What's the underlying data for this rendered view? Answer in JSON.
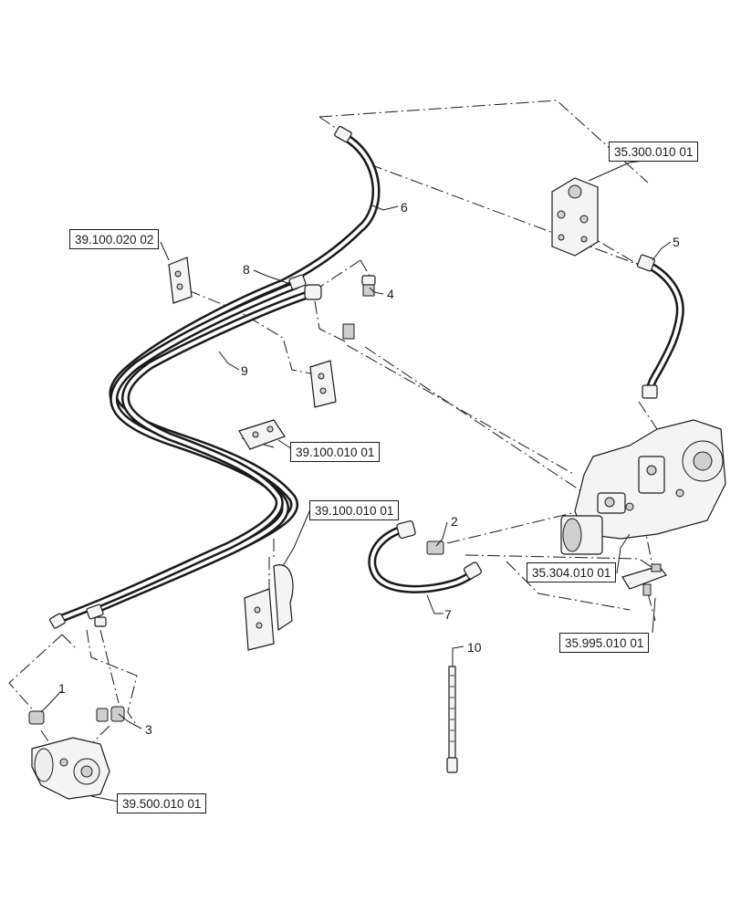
{
  "callouts": {
    "ref_35300": "35.300.010 01",
    "ref_39100_020": "39.100.020 02",
    "ref_39100_010_upper": "39.100.010 01",
    "ref_39100_010_lower": "39.100.010 01",
    "ref_35304": "35.304.010 01",
    "ref_35995": "35.995.010 01",
    "ref_39500": "39.500.010 01"
  },
  "item_numbers": {
    "n1": "1",
    "n2": "2",
    "n3": "3",
    "n4": "4",
    "n5": "5",
    "n6": "6",
    "n7": "7",
    "n8": "8",
    "n9": "9",
    "n10": "10"
  }
}
